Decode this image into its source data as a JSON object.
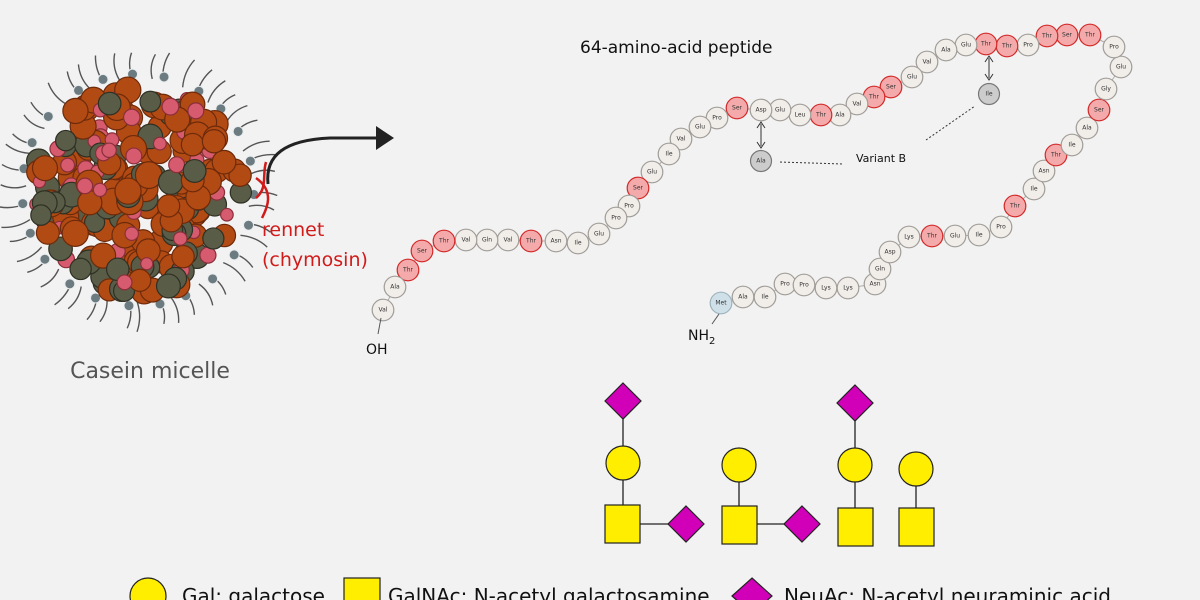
{
  "title": "64-amino-acid peptide",
  "micelle_label": "Casein micelle",
  "enzyme_label_line1": "rennet",
  "enzyme_label_line2": "(chymosin)",
  "variant_label": "Variant B",
  "terminus_c": "OH",
  "terminus_n": "NH",
  "terminus_n_sub": "2",
  "residues": [
    "Met",
    "Ala",
    "Ile",
    "Pro",
    "Pro",
    "Lys",
    "Lys",
    "Asn",
    "Gln",
    "Asp",
    "Lys",
    "Thr",
    "Glu",
    "Ile",
    "Pro",
    "Thr",
    "Ile",
    "Asn",
    "Thr",
    "Ile",
    "Ala",
    "Ser",
    "Gly",
    "Glu",
    "Pro",
    "Thr",
    "Ser",
    "Thr",
    "Pro",
    "Thr",
    "Thr",
    "Glu",
    "Ala",
    "Val",
    "Glu",
    "Ser",
    "Thr",
    "Val",
    "Ala",
    "Thr",
    "Leu",
    "Glu",
    "Asp",
    "Ser",
    "Pro",
    "Glu",
    "Val",
    "Ile",
    "Glu",
    "Ser",
    "Pro",
    "Pro",
    "Glu",
    "Ile",
    "Asn",
    "Thr",
    "Val",
    "Gln",
    "Val",
    "Thr",
    "Ser",
    "Thr",
    "Ala",
    "Val"
  ],
  "highlighted_residue_indices": [
    11,
    15,
    18,
    21,
    25,
    26,
    27,
    29,
    30,
    35,
    36,
    39,
    43,
    49,
    55,
    59,
    60,
    61
  ],
  "variant_sites": [
    {
      "from": "Thr",
      "to": "Ile"
    },
    {
      "from": "Asp",
      "to": "Ala"
    }
  ],
  "legend": [
    {
      "shape": "circle",
      "label": "Gal: galactose"
    },
    {
      "shape": "square",
      "label": "GalNAc: N-acetyl galactosamine"
    },
    {
      "shape": "diamond",
      "label": "NeuAc: N-acetyl neuraminic acid"
    }
  ],
  "glycans": [
    {
      "composition": [
        "NeuAc",
        "Gal",
        "GalNAc",
        "NeuAc"
      ]
    },
    {
      "composition": [
        "Gal",
        "GalNAc",
        "NeuAc"
      ]
    },
    {
      "composition": [
        "NeuAc",
        "Gal",
        "GalNAc"
      ]
    },
    {
      "composition": [
        "Gal",
        "GalNAc"
      ]
    }
  ],
  "colors": {
    "background": "#f2f2f2",
    "residue_fill": "#f1ede8",
    "residue_stroke": "#a09c98",
    "highlight_fill": "#f4aaaa",
    "highlight_stroke": "#d22828",
    "met_fill": "#cfe0e8",
    "variant_fill": "#cccccc",
    "rennet": "#d11a1a",
    "gal_fill": "#ffee00",
    "neuac_fill": "#d100b8",
    "micelle_brown": "#b24a14",
    "micelle_olive": "#595c46",
    "micelle_pink": "#d65b6e"
  }
}
